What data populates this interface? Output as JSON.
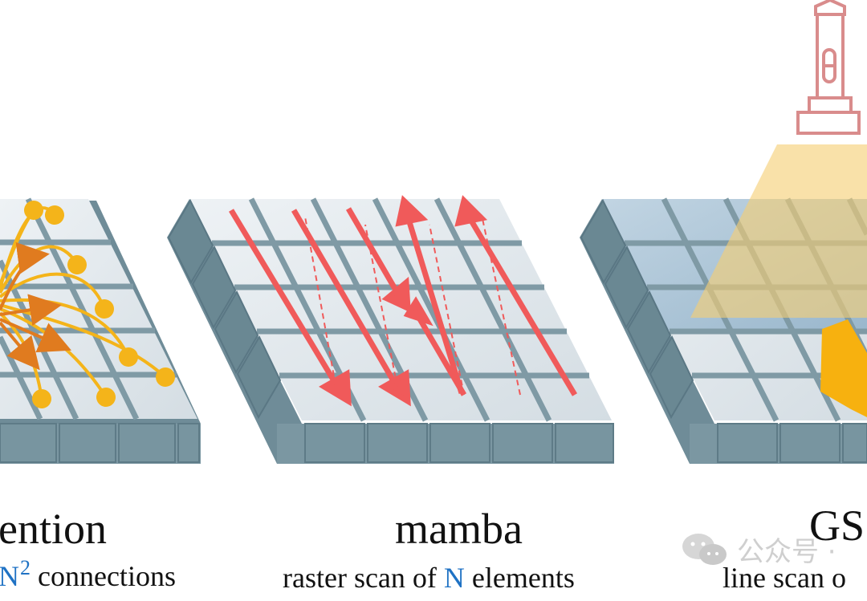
{
  "panels": [
    {
      "title": "ention",
      "subtitle_pre": "",
      "subtitle_var": "N",
      "subtitle_sup": "2",
      "subtitle_post": " connections"
    },
    {
      "title": "mamba",
      "subtitle_pre": "raster scan of ",
      "subtitle_var": "N",
      "subtitle_sup": "",
      "subtitle_post": " elements"
    },
    {
      "title": "GS",
      "subtitle_pre": "line scan o",
      "subtitle_var": "",
      "subtitle_sup": "",
      "subtitle_post": ""
    }
  ],
  "watermark": {
    "text": "公众号 ·",
    "icon": "wechat-icon"
  },
  "colors": {
    "cube_top": "#dfe6ec",
    "cube_side": "#7f9aa5",
    "cube_front": "#6f8c98",
    "attention_arrow": "#f4b41a",
    "attention_arrow_dark": "#e07b1f",
    "scan_arrow": "#f05a5a",
    "light_beam": "#f6cf74",
    "lamp": "#d98c8c",
    "variable_blue": "#1f72c4"
  }
}
